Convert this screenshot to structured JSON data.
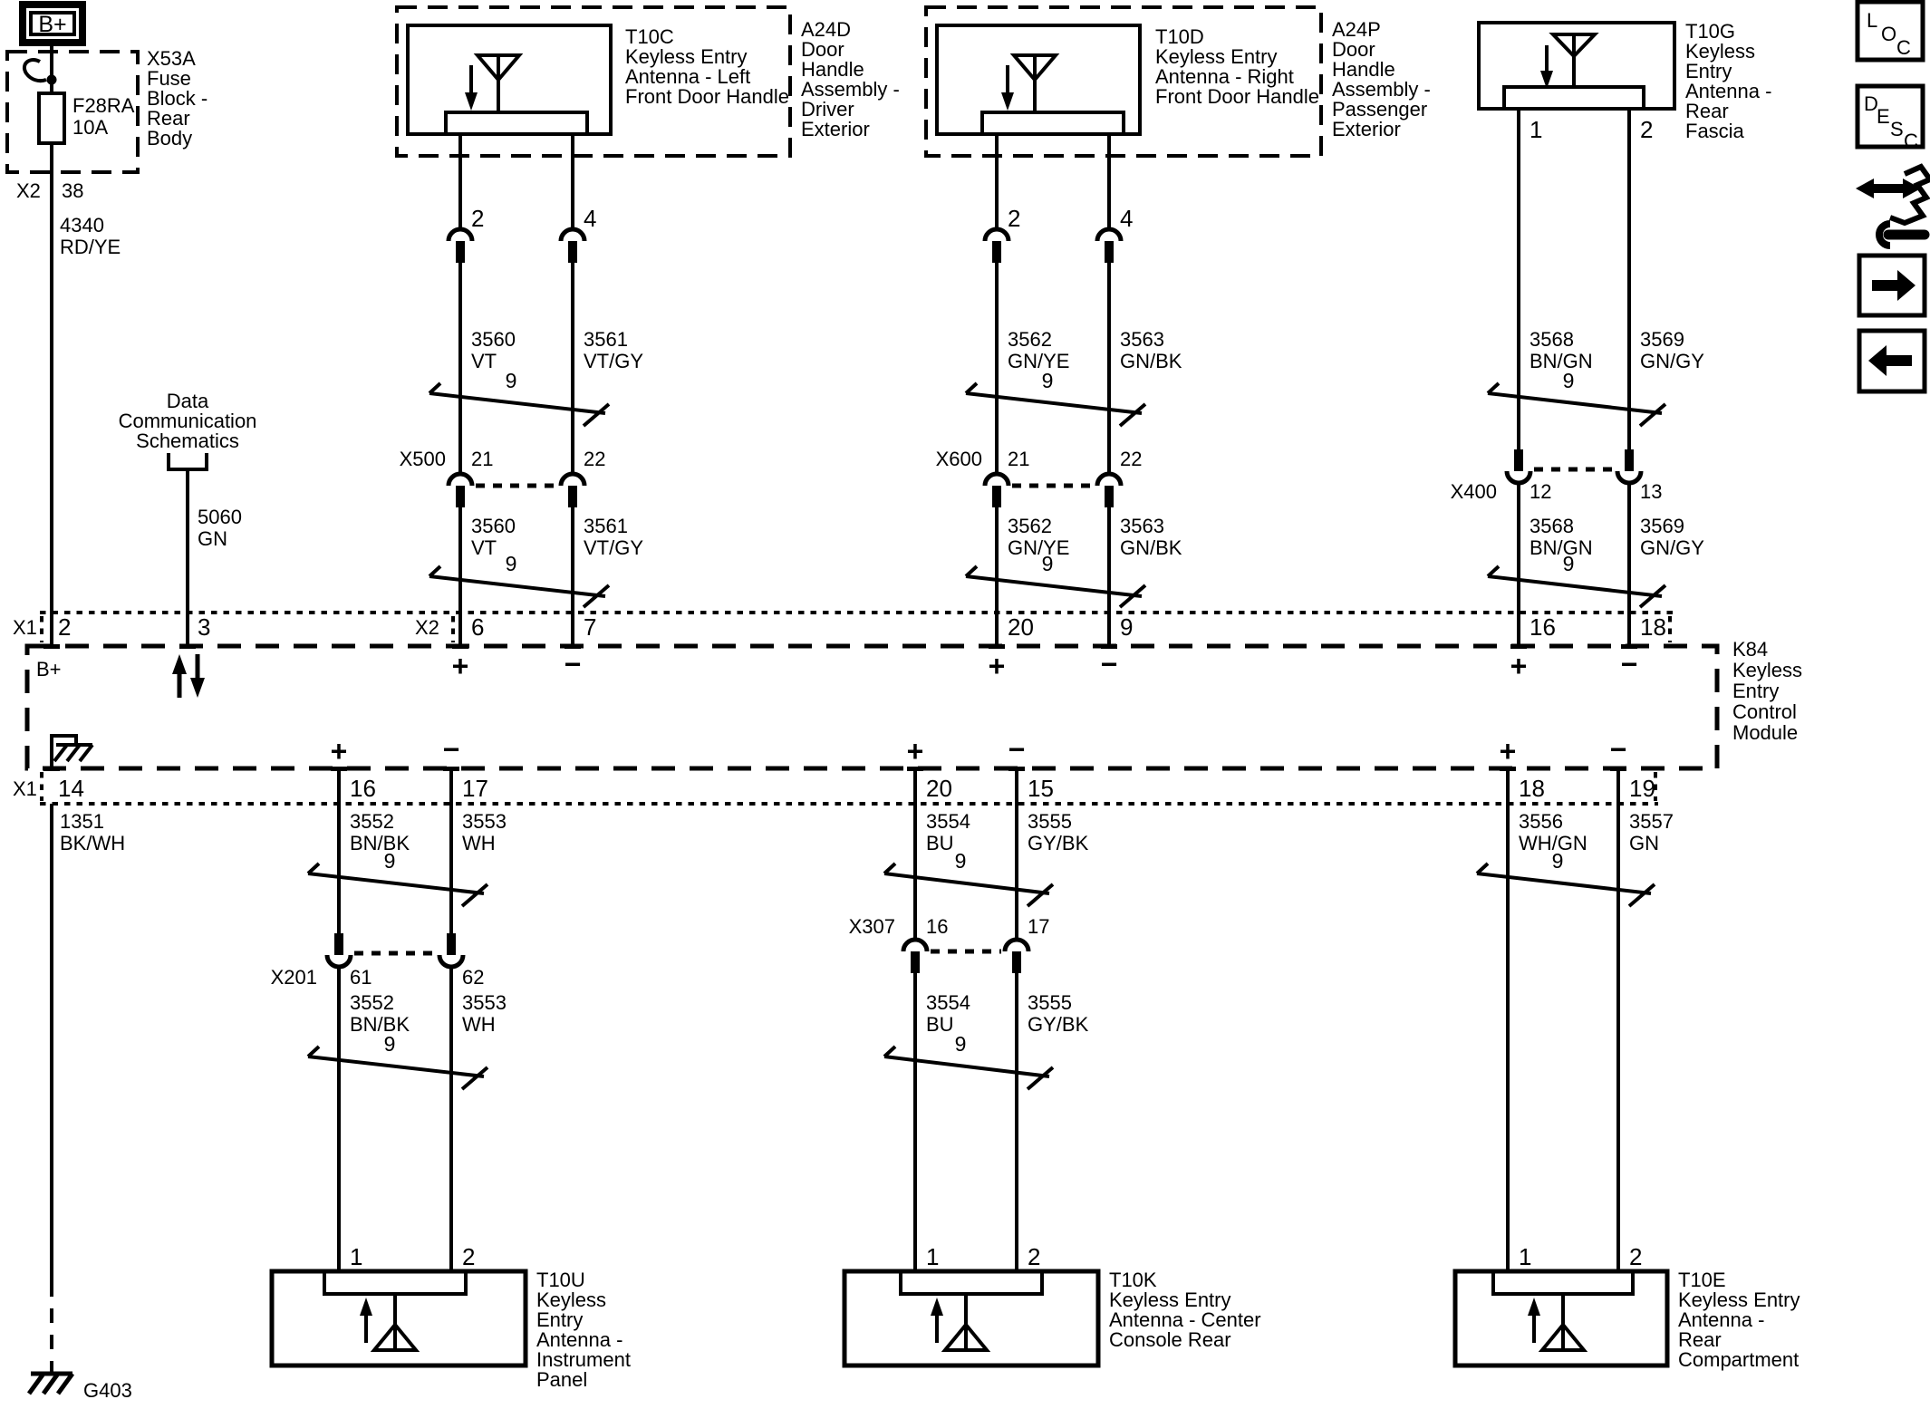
{
  "sidebar": {
    "loc": [
      "L",
      "O",
      "C"
    ],
    "desc": [
      "D",
      "E",
      "S",
      "C"
    ]
  },
  "power": {
    "battery_label": "B+",
    "fuse_block_code": "X53A",
    "fuse_block_name": [
      "Fuse",
      "Block -",
      "Rear",
      "Body"
    ],
    "fuse_name": "F28RA",
    "fuse_rating": "10A",
    "connector": "X2",
    "pin": "38",
    "circuit": "4340",
    "color": "RD/YE",
    "module_internal_label": "B+"
  },
  "data_comm": {
    "title": [
      "Data",
      "Communication",
      "Schematics"
    ],
    "circuit": "5060",
    "color": "GN"
  },
  "module": {
    "code": "K84",
    "name": [
      "Keyless",
      "Entry",
      "Control",
      "Module"
    ],
    "top_left_connector": "X1",
    "top_pin_power": "2",
    "top_pin_data": "3",
    "top_connector": "X2",
    "bottom_connector": "X1",
    "ground_pin": "14",
    "plus": "+",
    "minus": "−"
  },
  "ground": {
    "circuit": "1351",
    "color": "BK/WH",
    "code": "G403"
  },
  "col_a": {
    "assembly": [
      "A24D",
      "Door",
      "Handle",
      "Assembly -",
      "Driver",
      "Exterior"
    ],
    "box_code": "T10C",
    "box_name": [
      "Keyless Entry",
      "Antenna - Left",
      "Front Door Handle"
    ],
    "pin_l": "2",
    "pin_r": "4",
    "circuit_l": "3560",
    "color_l": "VT",
    "circuit_r": "3561",
    "color_r": "VT/GY",
    "twist_label": "9",
    "conn": "X500",
    "conn_pin_l": "21",
    "conn_pin_r": "22",
    "module_pin_l": "6",
    "module_pin_r": "7"
  },
  "col_b": {
    "assembly": [
      "A24P",
      "Door",
      "Handle",
      "Assembly -",
      "Passenger",
      "Exterior"
    ],
    "box_code": "T10D",
    "box_name": [
      "Keyless Entry",
      "Antenna - Right",
      "Front Door Handle"
    ],
    "pin_l": "2",
    "pin_r": "4",
    "circuit_l": "3562",
    "color_l": "GN/YE",
    "circuit_r": "3563",
    "color_r": "GN/BK",
    "twist_label": "9",
    "conn": "X600",
    "conn_pin_l": "21",
    "conn_pin_r": "22",
    "module_pin_l": "20",
    "module_pin_r": "9"
  },
  "col_c": {
    "box_code": "T10G",
    "box_name": [
      "Keyless",
      "Entry",
      "Antenna -",
      "Rear",
      "Fascia"
    ],
    "pin_l": "1",
    "pin_r": "2",
    "circuit_l": "3568",
    "color_l": "BN/GN",
    "circuit_r": "3569",
    "color_r": "GN/GY",
    "twist_label": "9",
    "conn": "X400",
    "conn_pin_l": "12",
    "conn_pin_r": "13",
    "module_pin_l": "16",
    "module_pin_r": "18"
  },
  "col_d": {
    "module_pin_l": "16",
    "module_pin_r": "17",
    "circuit_l": "3552",
    "color_l": "BN/BK",
    "circuit_r": "3553",
    "color_r": "WH",
    "twist_label": "9",
    "conn": "X201",
    "conn_pin_l": "61",
    "conn_pin_r": "62",
    "pin_l": "1",
    "pin_r": "2",
    "box_code": "T10U",
    "box_name": [
      "Keyless",
      "Entry",
      "Antenna -",
      "Instrument",
      "Panel"
    ]
  },
  "col_e": {
    "module_pin_l": "20",
    "module_pin_r": "15",
    "circuit_l": "3554",
    "color_l": "BU",
    "circuit_r": "3555",
    "color_r": "GY/BK",
    "twist_label": "9",
    "conn": "X307",
    "conn_pin_l": "16",
    "conn_pin_r": "17",
    "pin_l": "1",
    "pin_r": "2",
    "box_code": "T10K",
    "box_name": [
      "Keyless Entry",
      "Antenna - Center",
      "Console Rear"
    ]
  },
  "col_f": {
    "module_pin_l": "18",
    "module_pin_r": "19",
    "circuit_l": "3556",
    "color_l": "WH/GN",
    "circuit_r": "3557",
    "color_r": "GN",
    "twist_label": "9",
    "pin_l": "1",
    "pin_r": "2",
    "box_code": "T10E",
    "box_name": [
      "Keyless Entry",
      "Antenna -",
      "Rear",
      "Compartment"
    ]
  }
}
